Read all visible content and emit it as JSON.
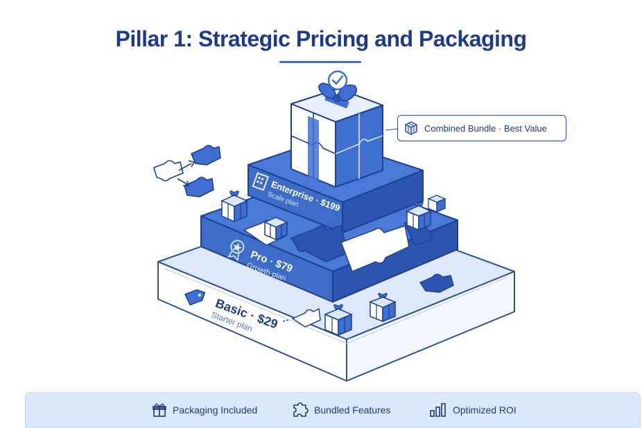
{
  "title": "Pillar 1: Strategic Pricing and Packaging",
  "bundle": {
    "label": "Combined Bundle · Best Value",
    "icon": "cube-icon"
  },
  "tiers": [
    {
      "name": "Basic · $29",
      "sub": "Starter plan",
      "icon": "tag-icon"
    },
    {
      "name": "Pro · $79",
      "sub": "Growth plan",
      "icon": "badge-icon"
    },
    {
      "name": "Enterprise · $199",
      "sub": "Scale plan",
      "icon": "building-icon"
    }
  ],
  "features": [
    {
      "label": "Packaging Included",
      "icon": "gift-icon"
    },
    {
      "label": "Bundled Features",
      "icon": "puzzle-icon"
    },
    {
      "label": "Optimized ROI",
      "icon": "bar-chart-icon"
    }
  ],
  "colors": {
    "title": "#1e3a8a",
    "tier_blue": "#3f6fd0",
    "tier_blue_dark": "#2c55b0",
    "base_top": "#dde8fb",
    "footer_bg": "#dbe7fb"
  }
}
